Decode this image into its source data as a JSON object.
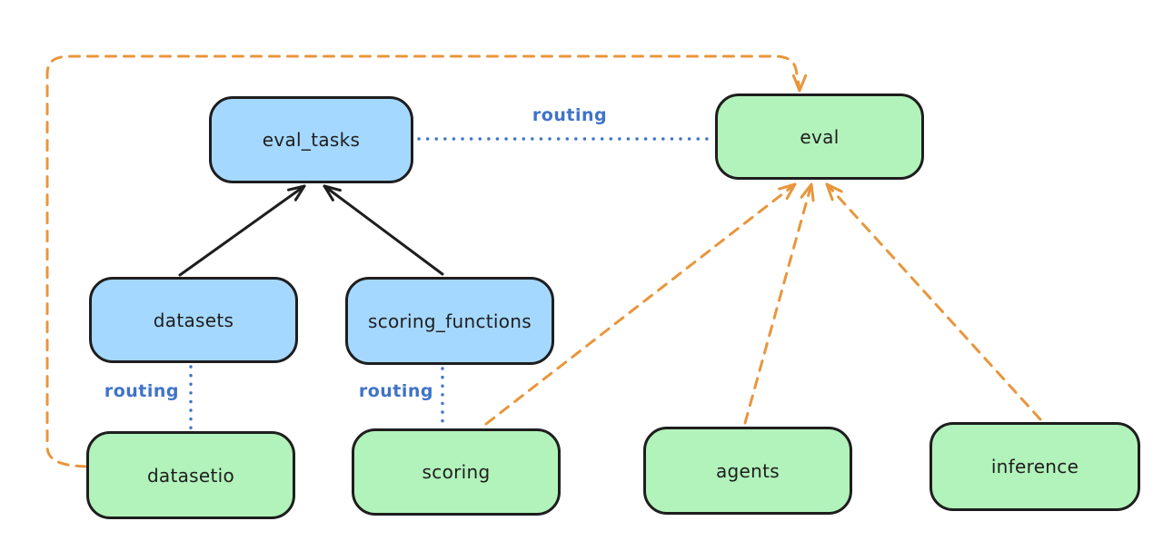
{
  "diagram": {
    "type": "flowchart",
    "style": "hand-drawn",
    "background": "#ffffff",
    "colors": {
      "api_box_fill": "#a5d8ff",
      "provider_box_fill": "#b2f2bb",
      "box_stroke": "#1e1e1e",
      "solid_arrow": "#1e1e1e",
      "routing_line": "#3f73c9",
      "provider_arrow": "#e8963c"
    },
    "nodes": [
      {
        "id": "eval_tasks",
        "label": "eval_tasks",
        "color": "blue"
      },
      {
        "id": "eval",
        "label": "eval",
        "color": "green"
      },
      {
        "id": "datasets",
        "label": "datasets",
        "color": "blue"
      },
      {
        "id": "scoring_functions",
        "label": "scoring_functions",
        "color": "blue"
      },
      {
        "id": "datasetio",
        "label": "datasetio",
        "color": "green"
      },
      {
        "id": "scoring",
        "label": "scoring",
        "color": "green"
      },
      {
        "id": "agents",
        "label": "agents",
        "color": "green"
      },
      {
        "id": "inference",
        "label": "inference",
        "color": "green"
      }
    ],
    "edges": [
      {
        "from": "datasets",
        "to": "eval_tasks",
        "style": "solid-arrow",
        "label": ""
      },
      {
        "from": "scoring_functions",
        "to": "eval_tasks",
        "style": "solid-arrow",
        "label": ""
      },
      {
        "from": "eval_tasks",
        "to": "eval",
        "style": "dotted",
        "label": "routing"
      },
      {
        "from": "datasets",
        "to": "datasetio",
        "style": "dotted",
        "label": "routing"
      },
      {
        "from": "scoring_functions",
        "to": "scoring",
        "style": "dotted",
        "label": "routing"
      },
      {
        "from": "datasetio",
        "to": "eval",
        "style": "dashed-arrow",
        "label": ""
      },
      {
        "from": "scoring",
        "to": "eval",
        "style": "dashed-arrow",
        "label": ""
      },
      {
        "from": "agents",
        "to": "eval",
        "style": "dashed-arrow",
        "label": ""
      },
      {
        "from": "inference",
        "to": "eval",
        "style": "dashed-arrow",
        "label": ""
      }
    ]
  }
}
